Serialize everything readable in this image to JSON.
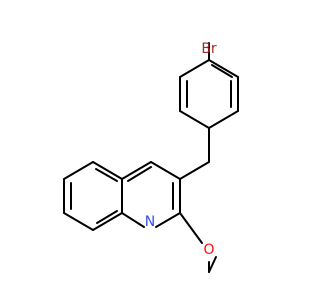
{
  "molecule": {
    "atoms": {
      "bromine": {
        "label": "Br",
        "color": "#A62929"
      },
      "nitrogen": {
        "label": "N",
        "color": "#3050F8"
      },
      "oxygen": {
        "label": "O",
        "color": "#FF0D0D"
      }
    },
    "bond_color": "#000000"
  }
}
